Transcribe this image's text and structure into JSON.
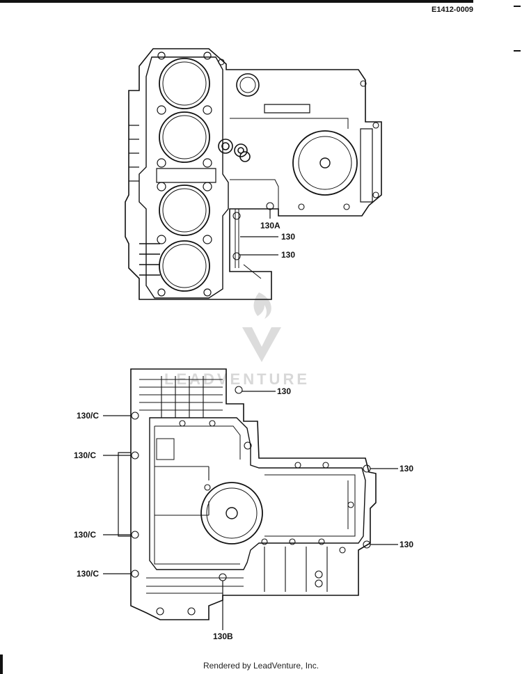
{
  "header": {
    "ref_code": "E1412-0009"
  },
  "watermark": {
    "text": "LEADVENTURE"
  },
  "callouts": {
    "top": [
      {
        "id": "c-top-130a",
        "label": "130A"
      },
      {
        "id": "c-top-130-1",
        "label": "130"
      },
      {
        "id": "c-top-130-2",
        "label": "130"
      }
    ],
    "bottom": [
      {
        "id": "c-bot-130-top",
        "label": "130"
      },
      {
        "id": "c-bot-130c-1",
        "label": "130/C"
      },
      {
        "id": "c-bot-130c-2",
        "label": "130/C"
      },
      {
        "id": "c-bot-130-r1",
        "label": "130"
      },
      {
        "id": "c-bot-130c-3",
        "label": "130/C"
      },
      {
        "id": "c-bot-130-r2",
        "label": "130"
      },
      {
        "id": "c-bot-130c-4",
        "label": "130/C"
      },
      {
        "id": "c-bot-130b",
        "label": "130B"
      }
    ]
  },
  "footer": {
    "text": "Rendered by LeadVenture, Inc."
  }
}
